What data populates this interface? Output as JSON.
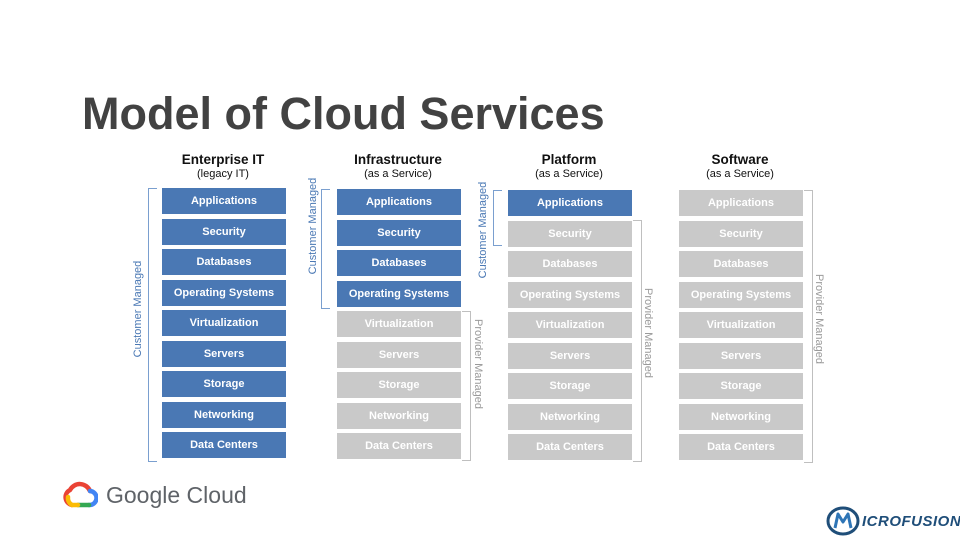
{
  "title": "Model of Cloud Services",
  "columns": [
    {
      "heading": "Enterprise IT",
      "subheading": "(legacy IT)",
      "customer_label": "Customer Managed",
      "provider_label": ""
    },
    {
      "heading": "Infrastructure",
      "subheading": "(as a Service)",
      "customer_label": "Customer Managed",
      "provider_label": "Provider Managed"
    },
    {
      "heading": "Platform",
      "subheading": "(as a Service)",
      "customer_label": "Customer Managed",
      "provider_label": "Provider Managed"
    },
    {
      "heading": "Software",
      "subheading": "(as a Service)",
      "customer_label": "",
      "provider_label": "Provider Managed"
    }
  ],
  "layers": [
    "Applications",
    "Security",
    "Databases",
    "Operating Systems",
    "Virtualization",
    "Servers",
    "Storage",
    "Networking",
    "Data Centers"
  ],
  "customer_managed_counts": [
    9,
    4,
    1,
    0
  ],
  "colors": {
    "customer": "#4a78b4",
    "provider": "#c9c9c9"
  },
  "logos": {
    "google": "Google Cloud",
    "microfusion": "ICROFUSION"
  }
}
